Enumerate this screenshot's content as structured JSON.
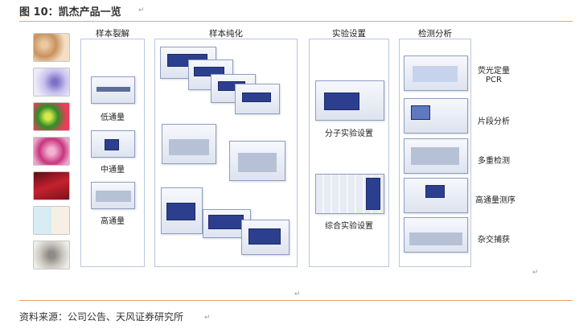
{
  "figure": {
    "title": "图 10：凯杰产品一览",
    "source": "资料来源：公司公告、天风证券研究所"
  },
  "columns": {
    "sample_prep": "样本裂解",
    "sample_purify": "样本纯化",
    "lab_setup": "实验设置",
    "detection": "检测分析"
  },
  "sample_prep_items": [
    "低通量",
    "中通量",
    "高通量"
  ],
  "lab_setup_items": [
    "分子实验设置",
    "综合实验设置"
  ],
  "detection_items": [
    "荧光定量\nPCR",
    "片段分析",
    "多重检测",
    "高通量测序",
    "杂交捕获"
  ],
  "colors": {
    "rule": "#e3a77a",
    "panel_border": "#b9c6e2",
    "instrument_screen": "#2c3f8f"
  }
}
